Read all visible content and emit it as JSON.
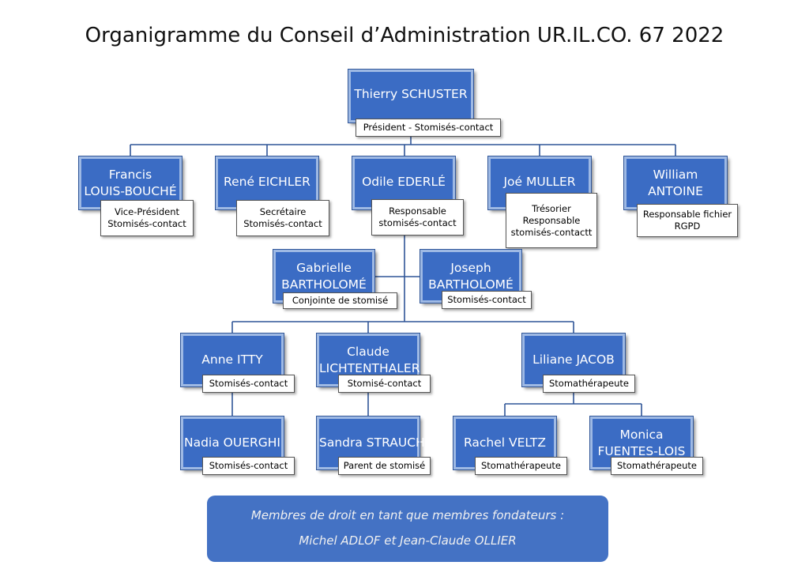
{
  "title": "Organigramme du Conseil d’Administration UR.IL.CO. 67 2022",
  "colors": {
    "box": "#3b6cc4",
    "box_border": "#9eb9e4",
    "line": "#2f5597",
    "footer": "#4472c4"
  },
  "members": {
    "schuster": {
      "name1": "Thierry SCHUSTER",
      "name2": "",
      "role1": "Président - Stomisés-contact",
      "role2": ""
    },
    "louis_bouche": {
      "name1": "Francis",
      "name2": "LOUIS-BOUCHÉ",
      "role1": "Vice-Président",
      "role2": "Stomisés-contact"
    },
    "eichler": {
      "name1": "René EICHLER",
      "name2": "",
      "role1": "Secrétaire",
      "role2": "Stomisés-contact"
    },
    "ederle": {
      "name1": "Odile EDERLÉ",
      "name2": "",
      "role1": "Responsable",
      "role2": "stomisés-contact"
    },
    "muller": {
      "name1": "Joé MULLER",
      "name2": "",
      "role1": "Trésorier",
      "role2": "Responsable",
      "role3": "stomisés-contactt"
    },
    "antoine": {
      "name1": "William",
      "name2": "ANTOINE",
      "role1": "Responsable fichier",
      "role2": "RGPD"
    },
    "gabrielle": {
      "name1": "Gabrielle",
      "name2": "BARTHOLOMÉ",
      "role1": "Conjointe de stomisé"
    },
    "joseph": {
      "name1": "Joseph",
      "name2": "BARTHOLOMÉ",
      "role1": "Stomisés-contact"
    },
    "itty": {
      "name1": "Anne ITTY",
      "role1": "Stomisés-contact"
    },
    "lichtenthaler": {
      "name1": "Claude",
      "name2": "LICHTENTHALER",
      "role1": "Stomisé-contact"
    },
    "jacob": {
      "name1": "Liliane JACOB",
      "role1": "Stomathérapeute"
    },
    "ouerghi": {
      "name1": "Nadia OUERGHI",
      "role1": "Stomisés-contact"
    },
    "strauch": {
      "name1": "Sandra STRAUCH",
      "role1": "Parent de stomisé"
    },
    "veltz": {
      "name1": "Rachel VELTZ",
      "role1": "Stomathérapeute"
    },
    "fuentes": {
      "name1": "Monica",
      "name2": "FUENTES-LOIS",
      "role1": "Stomathérapeute"
    }
  },
  "footer": {
    "line1": "Membres de droit en tant que membres fondateurs :",
    "line2": "Michel ADLOF et Jean-Claude OLLIER"
  }
}
